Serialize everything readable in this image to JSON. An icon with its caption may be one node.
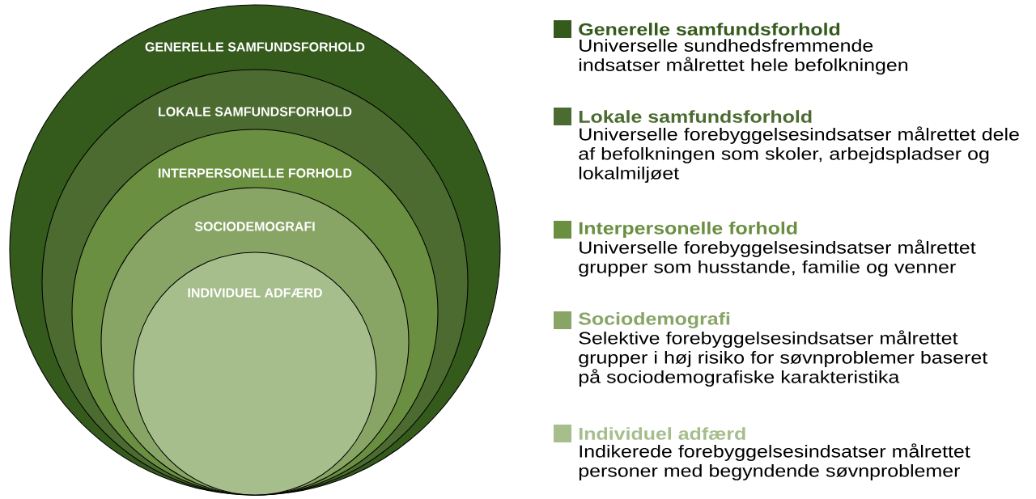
{
  "diagram": {
    "nodes": [
      {
        "text": [
          "GENERELLE SAMFUNDSFORHOLD"
        ]
      },
      {
        "text": [
          "LOKALE SAMFUNDSFORHOLD"
        ],
        "in": 0
      },
      {
        "text": [
          "INTERPERSONELLE FORHOLD"
        ],
        "in": 1
      },
      {
        "text": [
          "SOCIODEMOGRAFI"
        ],
        "in": 2
      },
      {
        "text": [
          "INDIVIDUEL ADFÆRD"
        ],
        "in": 3
      }
    ],
    "labels": [
      "Universelle sundhedsfremmende indsatser målrettet hele befolkningen",
      "Universelle forebyggelsesindsatser målrettet dele af befolkningen som skoler, arbejdspladser og lokalmiljøet",
      "Universelle forebyggelsesindsatser målrettet grupper som husstande, familie og venner",
      "Selektive forebyggelsesindsatser målrettet grupper i høj risiko for søvnproblemer baseret på sociodemografiske karakteristika",
      "Indikerede forebyggelsesindsatser målrettet personer med begyndende søvnproblemer"
    ],
    "legend": [
      {
        "text": "Generelle samfundsforhold",
        "color": "#345b1c"
      },
      {
        "text": "Lokale samfundsforhold",
        "color": "#4b6b31"
      },
      {
        "text": "Interpersonelle forhold",
        "color": "#6a8f40"
      },
      {
        "text": "Sociodemografi",
        "color": "#88a566"
      },
      {
        "text": "Individuel adfærd",
        "color": "#a6bd8c"
      }
    ]
  }
}
